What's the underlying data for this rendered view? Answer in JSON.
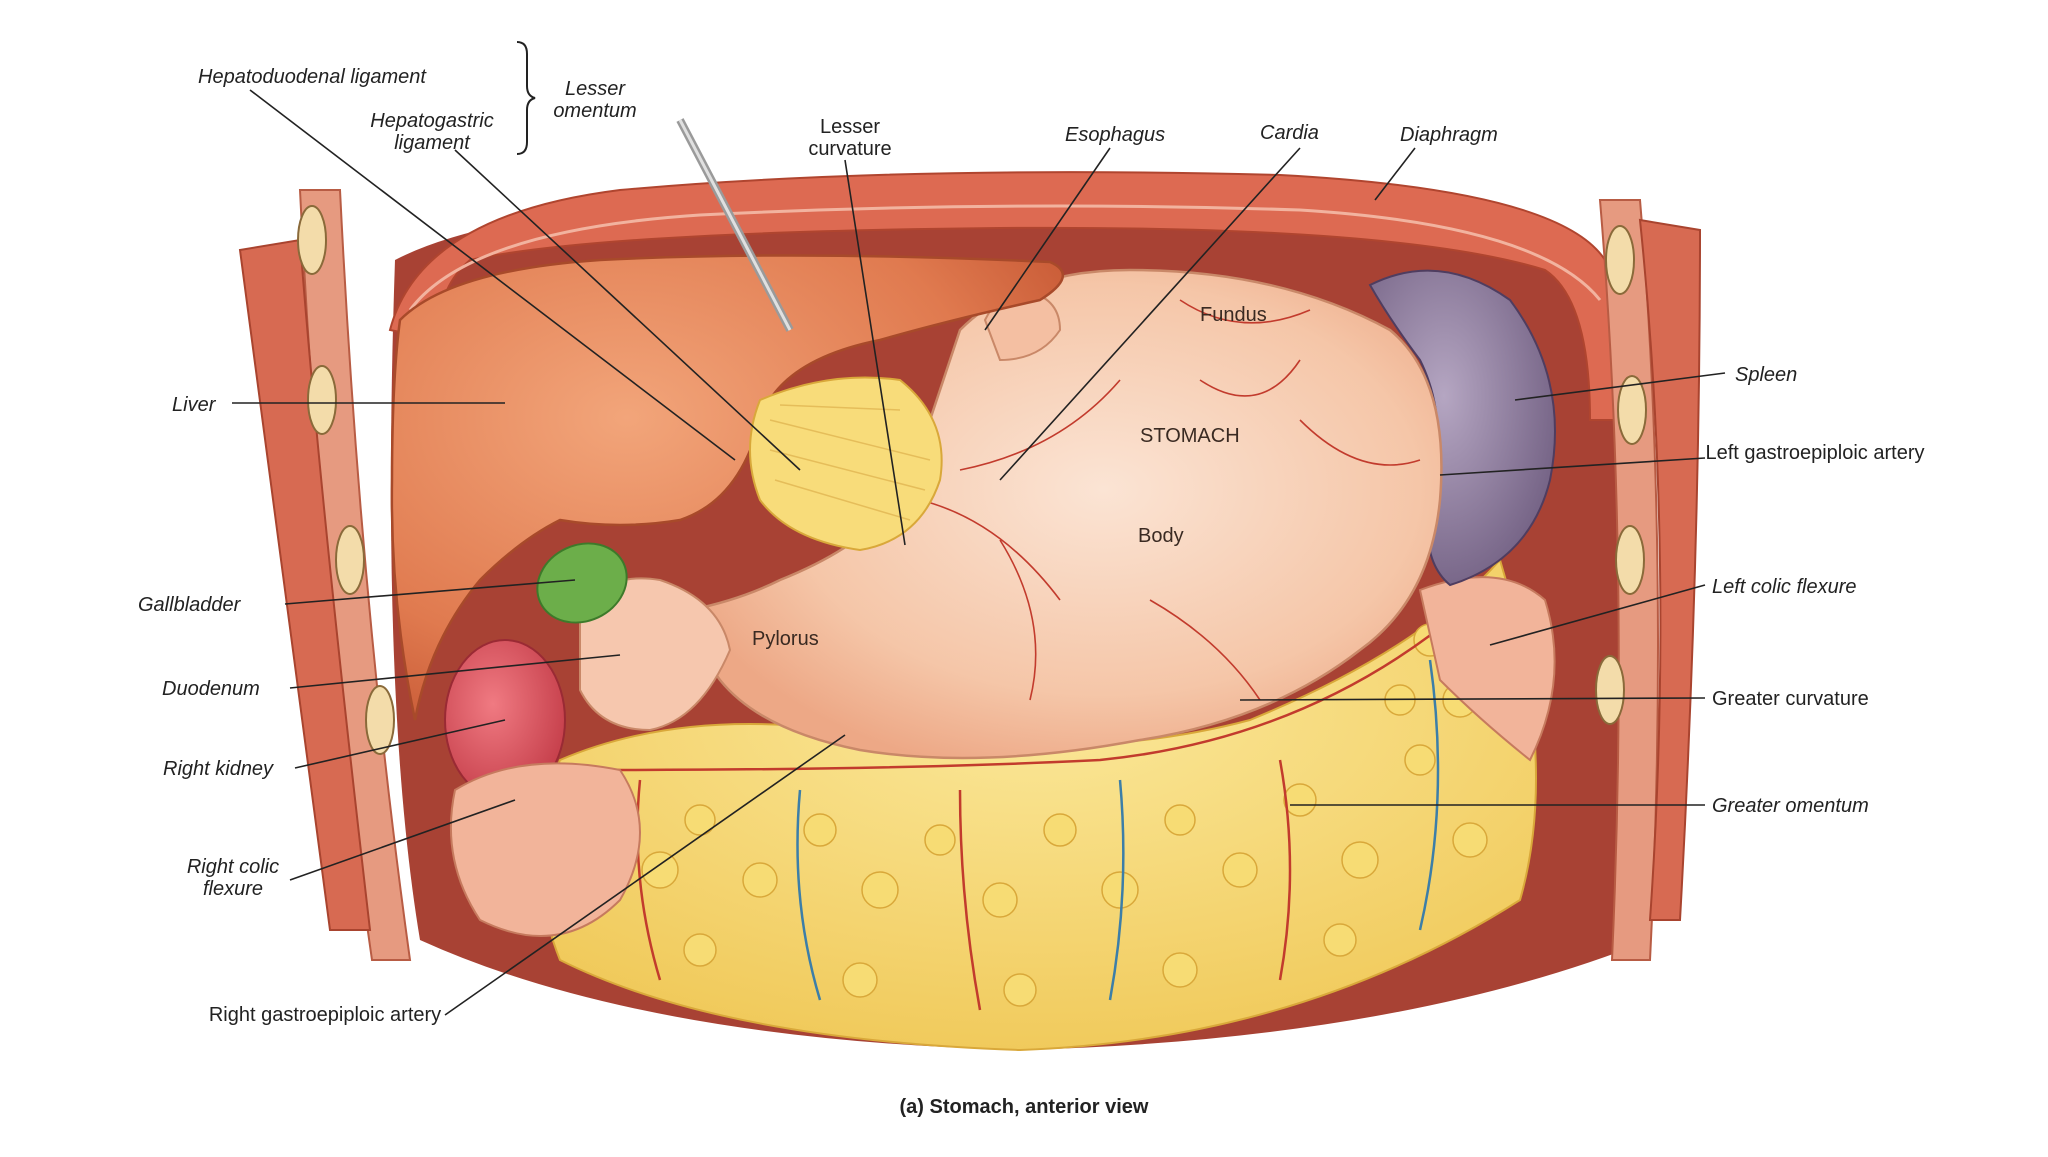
{
  "labels": {
    "hepatoduodenal_ligament": "Hepatoduodenal ligament",
    "hepatogastric_ligament": "Hepatogastric ligament",
    "lesser_omentum": "Lesser omentum",
    "lesser_curvature": "Lesser curvature",
    "esophagus": "Esophagus",
    "cardia": "Cardia",
    "diaphragm": "Diaphragm",
    "liver": "Liver",
    "spleen": "Spleen",
    "left_gastroepiploic_artery": "Left gastroepiploic artery",
    "gallbladder": "Gallbladder",
    "left_colic_flexure": "Left colic flexure",
    "duodenum": "Duodenum",
    "greater_curvature": "Greater curvature",
    "right_kidney": "Right kidney",
    "greater_omentum": "Greater omentum",
    "right_colic_flexure": "Right colic flexure",
    "right_gastroepiploic_artery": "Right gastroepiploic artery"
  },
  "organ_text": {
    "fundus": "Fundus",
    "stomach": "STOMACH",
    "body": "Body",
    "pylorus": "Pylorus"
  },
  "caption": "(a) Stomach, anterior view",
  "colors": {
    "diaphragm": "#d9654f",
    "liver": "#e07a4f",
    "stomach": "#f6c9ae",
    "spleen": "#8a7896",
    "gallbladder": "#6cae4a",
    "fat": "#f4d060",
    "kidney": "#d9505a"
  }
}
